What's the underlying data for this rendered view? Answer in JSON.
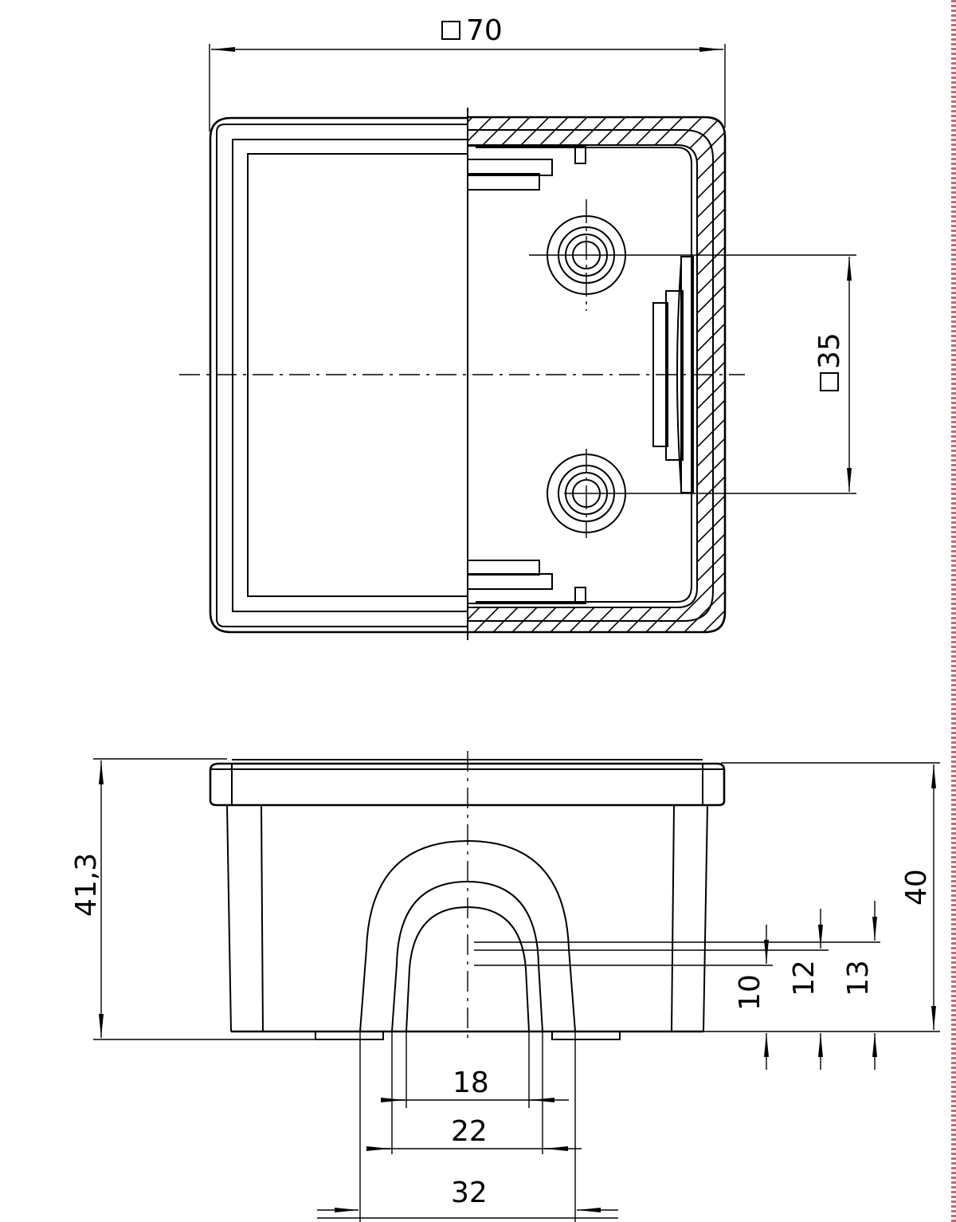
{
  "top_view": {
    "width_label": "70",
    "bolt_spacing_label": "35"
  },
  "side_view": {
    "total_height_label": "41,3",
    "height_label": "40",
    "level_labels": [
      "10",
      "12",
      "13"
    ],
    "width_labels": [
      "18",
      "22",
      "32"
    ]
  }
}
